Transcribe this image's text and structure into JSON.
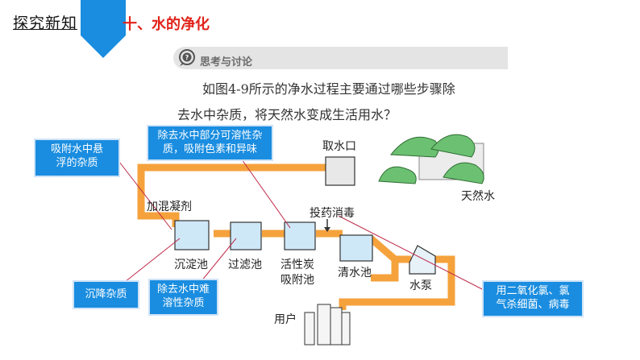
{
  "header": {
    "nav_label": "探究新知",
    "section_title": "十、水的净化",
    "accent_color": "#1a8de0",
    "title_color": "#e2231a"
  },
  "discussion": {
    "icon": "question-bubble-icon",
    "title": "思考与讨论",
    "question_line1": "如图4-9所示的净水过程主要通过哪些步骤除",
    "question_line2": "去水中杂质，将天然水变成生活用水？"
  },
  "diagram": {
    "pipe_color": "#f5a23c",
    "labels": {
      "intake": "取水口",
      "natural_water": "天然水",
      "coagulant": "加混凝剂",
      "disinfect": "投药消毒",
      "sedimentation": "沉淀池",
      "filtration": "过滤池",
      "carbon_line1": "活性炭",
      "carbon_line2": "吸附池",
      "clear_water": "清水池",
      "pump": "水泵",
      "user": "用户"
    }
  },
  "callouts": {
    "adsorb_line1": "吸附水中悬",
    "adsorb_line2": "浮的杂质",
    "soluble_line1": "除去水中部分可溶性杂",
    "soluble_line2": "质，吸附色素和异味",
    "settle": "沉降杂质",
    "insoluble_line1": "除去水中难",
    "insoluble_line2": "溶性杂质",
    "chlorine_line1": "用二氧化氯、氯",
    "chlorine_line2": "气杀细菌、病毒"
  }
}
